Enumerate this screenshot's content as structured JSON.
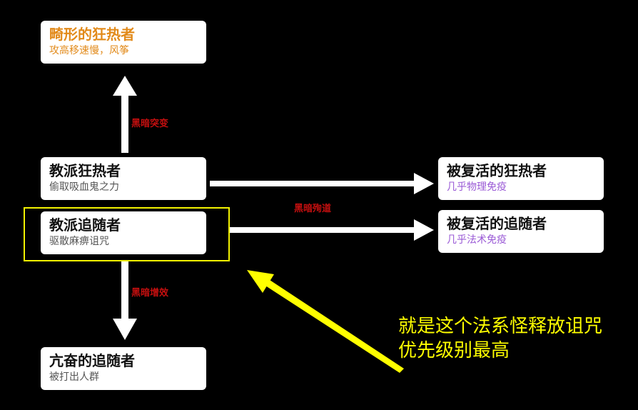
{
  "colors": {
    "background": "#000000",
    "box": "#ffffff",
    "edge_label": "#c40f0f",
    "highlight": "#f2f200",
    "annotation": "#ffff00",
    "deformed_text": "#e28a1a",
    "revived_sub_text": "#9a5ad6"
  },
  "nodes": {
    "deformed_zealot": {
      "title": "畸形的狂热者",
      "subtitle": "攻高移速慢，风筝"
    },
    "cult_zealot": {
      "title": "教派狂热者",
      "subtitle": "偷取吸血鬼之力"
    },
    "cult_follower": {
      "title": "教派追随者",
      "subtitle": "驱散麻痹诅咒"
    },
    "frenzied_follower": {
      "title": "亢奋的追随者",
      "subtitle": "被打出人群"
    },
    "revived_zealot": {
      "title": "被复活的狂热者",
      "subtitle": "几乎物理免疫"
    },
    "revived_follower": {
      "title": "被复活的追随者",
      "subtitle": "几乎法术免疫"
    }
  },
  "edges": {
    "up_label": "黑暗突变",
    "right_label": "黑暗殉道",
    "down_label": "黑暗增效"
  },
  "annotation": {
    "line1": "就是这个法系怪释放诅咒",
    "line2": "优先级别最高"
  }
}
